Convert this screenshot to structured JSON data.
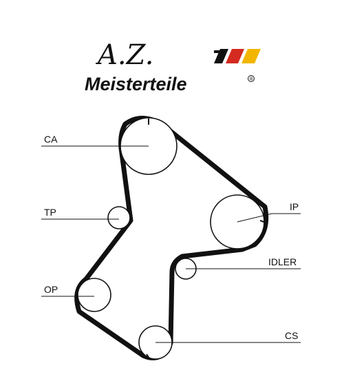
{
  "logo": {
    "initials": "A.Z.",
    "name": "Meisterteile",
    "registered_mark": "®",
    "flag_colors": [
      "#111111",
      "#d42a1f",
      "#f2b600"
    ]
  },
  "diagram": {
    "pulleys": [
      {
        "id": "ca",
        "label": "CA"
      },
      {
        "id": "tp",
        "label": "TP"
      },
      {
        "id": "op",
        "label": "OP"
      },
      {
        "id": "cs",
        "label": "CS"
      },
      {
        "id": "idler",
        "label": "IDLER"
      },
      {
        "id": "ip",
        "label": "IP"
      }
    ],
    "colors": {
      "belt": "#111111",
      "line": "#111111"
    }
  }
}
